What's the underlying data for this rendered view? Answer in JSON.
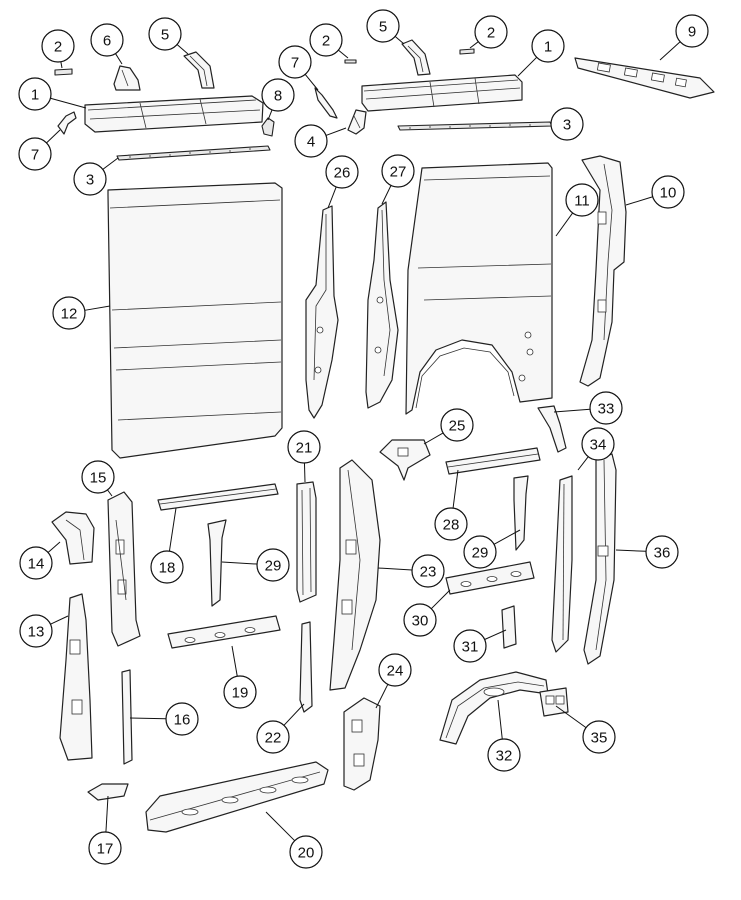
{
  "diagram": {
    "callouts": [
      "2",
      "6",
      "5",
      "5",
      "2",
      "2",
      "1",
      "9",
      "1",
      "7",
      "8",
      "7",
      "3",
      "4",
      "3",
      "26",
      "27",
      "11",
      "10",
      "12",
      "33",
      "21",
      "25",
      "15",
      "14",
      "18",
      "29",
      "23",
      "28",
      "29",
      "36",
      "34",
      "13",
      "19",
      "30",
      "31",
      "22",
      "16",
      "24",
      "32",
      "35",
      "17",
      "20"
    ]
  }
}
